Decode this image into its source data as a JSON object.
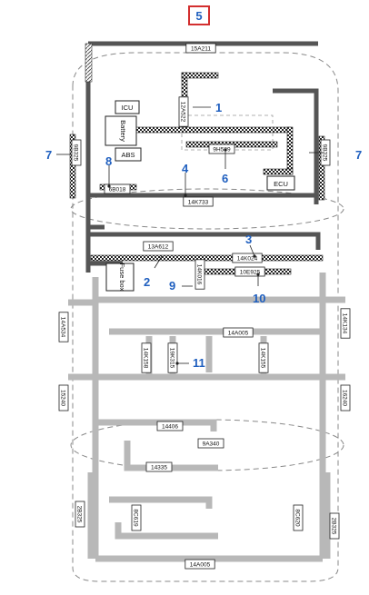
{
  "diagram": {
    "highlight_callout": "5",
    "callouts": [
      "1",
      "2",
      "3",
      "4",
      "6",
      "7",
      "7",
      "8",
      "9",
      "10",
      "11"
    ],
    "boxes": {
      "icu": "ICU",
      "battery": "Battery",
      "abs": "ABS",
      "ecu": "ECU",
      "fuse_box": "Fuse box"
    },
    "connectors": [
      "15A211",
      "12A522",
      "9H589",
      "9B325",
      "9B325",
      "6B018",
      "14K733",
      "13A612",
      "14K024",
      "14K016",
      "10E925",
      "14A534",
      "14K134",
      "14A005",
      "14K158",
      "19K315",
      "14K155",
      "15240",
      "16240",
      "14406",
      "9A340",
      "14335",
      "2B325",
      "2B325",
      "8C619",
      "8C620",
      "14A005"
    ],
    "colors": {
      "harness_dark": "#555555",
      "harness_light": "#b8b8b8",
      "callout_blue": "#1f5fbf",
      "highlight_red": "#d32f2f"
    }
  }
}
